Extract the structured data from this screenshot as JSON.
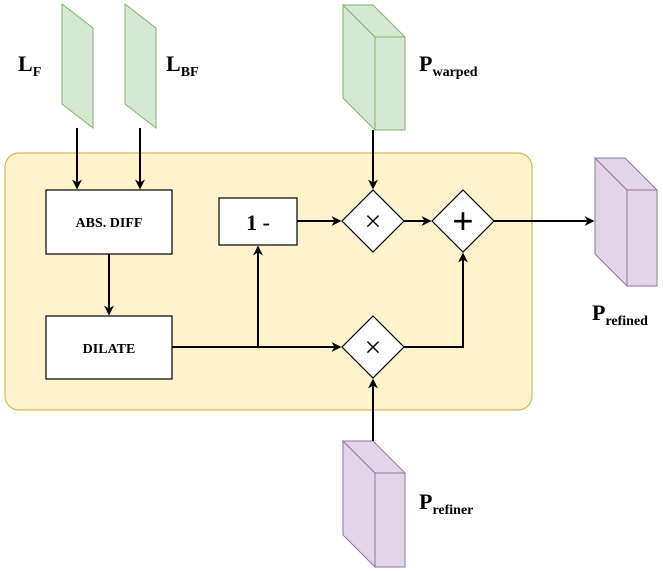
{
  "inputs": {
    "lf": {
      "main": "L",
      "sub": "F"
    },
    "lbf": {
      "main": "L",
      "sub": "BF"
    },
    "p_warped": {
      "main": "P",
      "sub": "warped"
    },
    "p_refiner": {
      "main": "P",
      "sub": "refiner"
    }
  },
  "output": {
    "main": "P",
    "sub": "refined"
  },
  "blocks": {
    "abs_diff": "ABS. DIFF",
    "dilate": "DILATE",
    "one_minus": "1 -"
  },
  "operators": {
    "multiply": "×",
    "add": "+"
  },
  "colors": {
    "module_fill": "#fff2cc",
    "module_stroke": "#d6b656",
    "green_fill": "#d5e8d4",
    "green_stroke": "#82b366",
    "purple_fill": "#e1d5e7",
    "purple_stroke": "#9673a6"
  }
}
